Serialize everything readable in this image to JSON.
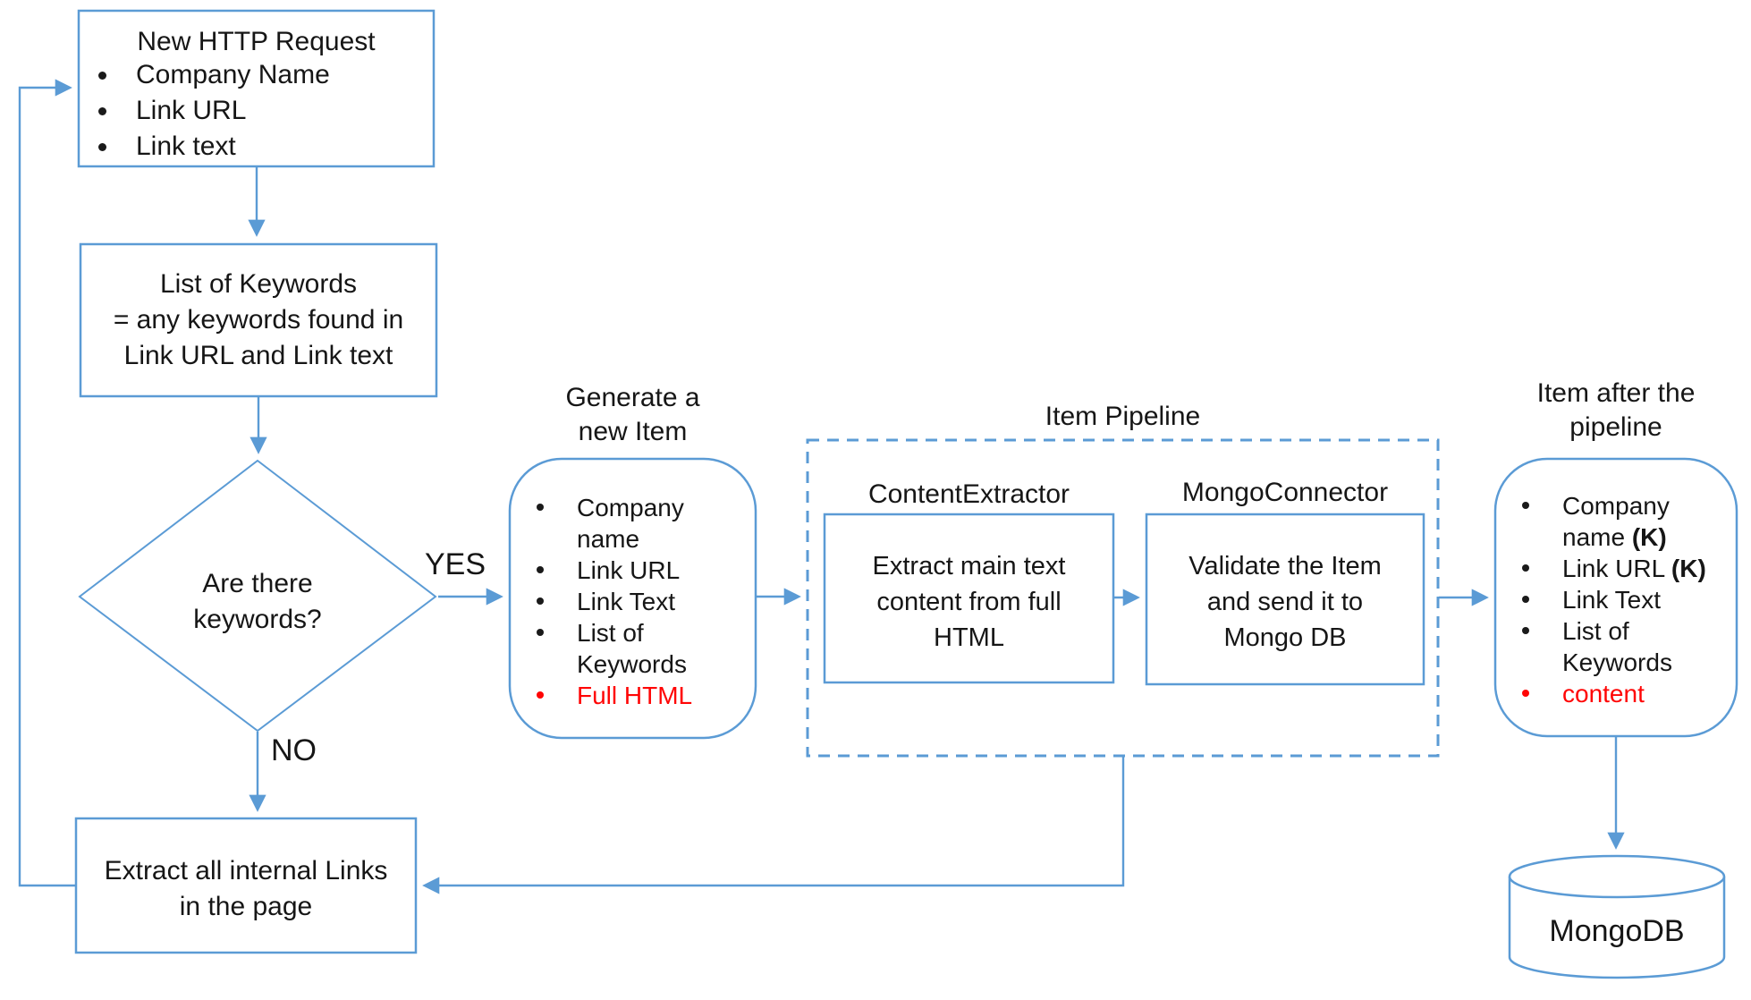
{
  "diagram": {
    "colors": {
      "stroke": "#5b9bd5",
      "text": "#161616",
      "highlight": "#ff0505"
    },
    "new_http_request": {
      "title": "New HTTP Request",
      "items": [
        "Company Name",
        "Link URL",
        "Link text"
      ]
    },
    "list_of_keywords": {
      "lines": [
        "List of Keywords",
        "= any keywords found in",
        "Link URL and Link text"
      ]
    },
    "decision": {
      "lines": [
        "Are there",
        "keywords?"
      ],
      "yes_label": "YES",
      "no_label": "NO"
    },
    "generate_item": {
      "title_lines": [
        "Generate a",
        "new Item"
      ],
      "items": [
        {
          "label": "Company\nname"
        },
        {
          "label": "Link URL"
        },
        {
          "label": "Link Text"
        },
        {
          "label": "List of\nKeywords"
        },
        {
          "label": "Full HTML",
          "highlight": true
        }
      ]
    },
    "item_pipeline": {
      "title": "Item Pipeline",
      "content_extractor": {
        "name": "ContentExtractor",
        "lines": [
          "Extract main text",
          "content from full",
          "HTML"
        ]
      },
      "mongo_connector": {
        "name": "MongoConnector",
        "lines": [
          "Validate the Item",
          "and send it to",
          "Mongo DB"
        ]
      }
    },
    "item_after_pipeline": {
      "title_lines": [
        "Item after the",
        "pipeline"
      ],
      "items": [
        {
          "label": "Company\nname ",
          "bold": "(K)"
        },
        {
          "label": "Link URL ",
          "bold": "(K)"
        },
        {
          "label": "Link Text"
        },
        {
          "label": "List of\nKeywords"
        },
        {
          "label": "content",
          "highlight": true
        }
      ]
    },
    "extract_links": {
      "lines": [
        "Extract all internal Links",
        "in the page"
      ]
    },
    "mongodb": {
      "label": "MongoDB"
    }
  }
}
